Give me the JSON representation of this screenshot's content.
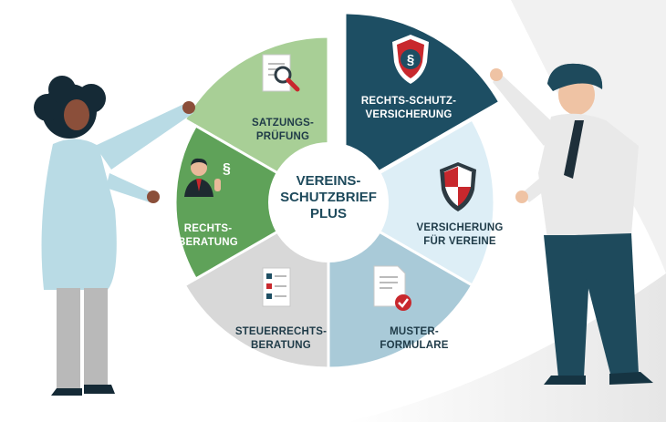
{
  "center": {
    "label": "VEREINS-\nSCHUTZBRIEF\nPLUS"
  },
  "segments": [
    {
      "label": "SATZUNGS-\nPRÜFUNG",
      "icon": "document-magnifier-icon",
      "color": "#a8cf96"
    },
    {
      "label": "RECHTS-SCHUTZ-\nVERSICHERUNG",
      "icon": "shield-paragraph-icon",
      "color": "#1d4e63"
    },
    {
      "label": "VERSICHERUNG\nFÜR VEREINE",
      "icon": "shield-icon",
      "color": "#ddeef6"
    },
    {
      "label": "MUSTER-\nFORMULARE",
      "icon": "document-check-icon",
      "color": "#a9cad8"
    },
    {
      "label": "STEUERRECHTS-\nBERATUNG",
      "icon": "checklist-icon",
      "color": "#d8d8d8"
    },
    {
      "label": "RECHTS-\nBERATUNG",
      "icon": "lawyer-icon",
      "color": "#5fa259"
    }
  ],
  "colors": {
    "accent_red": "#c8282d",
    "dark_blue": "#1d4e63",
    "label_dark": "#1f3b48"
  }
}
